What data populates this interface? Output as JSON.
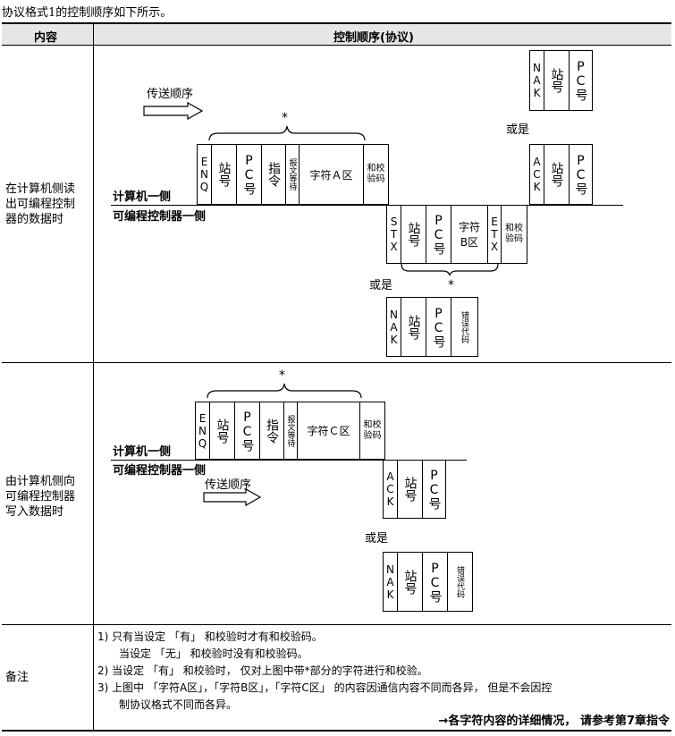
{
  "intro": "协议格式1的控制顺序如下所示。",
  "header": {
    "col1": "内容",
    "col2": "控制顺序(协议)"
  },
  "rows": {
    "read": {
      "label_lines": [
        "在计算机侧读",
        "出可编程控制",
        "器的数据时"
      ]
    },
    "write": {
      "label_lines": [
        "由计算机侧向",
        "可编程控制器",
        "写入数据时"
      ]
    },
    "notes": {
      "label": "备注"
    }
  },
  "diagram": {
    "send_order": "传送顺序",
    "computer_side": "计算机一侧",
    "plc_side": "可编程控制器一侧",
    "or_yes": "或是",
    "asterisk": "*",
    "enq": "ENQ",
    "ack": "ACK",
    "nak": "NAK",
    "stx": "STX",
    "etx": "ETX",
    "station": "站号",
    "pc_no": "PC号",
    "command": "指令",
    "msg_wait": "报文等待",
    "char_a": "字符Ａ区",
    "char_b": "字符B区",
    "char_c": "字符Ｃ区",
    "checksum": "和校验码",
    "error_code": "错误代码"
  },
  "notes": {
    "n1a": "1)  只有当设定 「有」 和校验时才有和校验码。",
    "n1b": "当设定 「无」 和校验时没有和校验码。",
    "n2": "2)  当设定 「有」 和校验时， 仅对上图中带*部分的字符进行和校验。",
    "n3a": "3)  上图中 「字符A区」，「字符B区」，「字符C区」 的内容因通信内容不同而各异， 但是不会因控",
    "n3b": "制协议格式不同而各异。",
    "ref": "→各字符内容的详细情况， 请参考第7章指令"
  }
}
